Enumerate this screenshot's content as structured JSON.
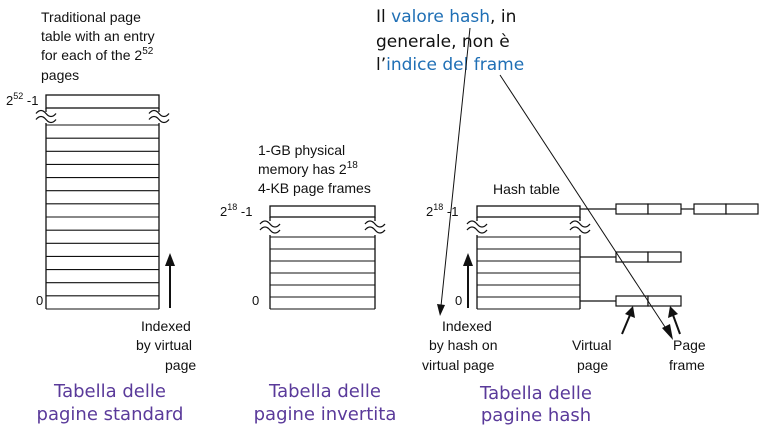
{
  "colors": {
    "caption": "#5a3a9a",
    "highlight": "#1f6fb5",
    "ink": "#111111"
  },
  "annotation": {
    "prefix1": "Il ",
    "highlight1": "valore hash",
    "suffix1": ", in",
    "line2": "generale, non è",
    "prefix3": "l’",
    "highlight3": "indice del frame"
  },
  "panel_standard": {
    "desc_line1": "Traditional page",
    "desc_line2": "table with an entry",
    "desc_line3": "for each of the 2",
    "desc_line3_sup": "52",
    "desc_line4": "pages",
    "top_label_base": "2",
    "top_label_sup": "52",
    "top_label_suffix": " -1",
    "bottom_label": "0",
    "indexed_line1": "Indexed",
    "indexed_line2": "by virtual",
    "indexed_line3": "page",
    "caption_line1": "Tabella delle",
    "caption_line2": "pagine standard"
  },
  "panel_inverted": {
    "desc_line1": "1-GB physical",
    "desc_line2": "memory has 2",
    "desc_line2_sup": "18",
    "desc_line3": "4-KB page frames",
    "top_label_base": "2",
    "top_label_sup": "18",
    "top_label_suffix": " -1",
    "bottom_label": "0",
    "caption_line1": "Tabella delle",
    "caption_line2": "pagine invertita"
  },
  "panel_hash": {
    "table_title": "Hash table",
    "top_label_base": "2",
    "top_label_sup": "18",
    "top_label_suffix": " -1",
    "bottom_label": "0",
    "indexed_line1": "Indexed",
    "indexed_line2": "by hash on",
    "indexed_line3": "virtual page",
    "virtual_line1": "Virtual",
    "virtual_line2": "page",
    "frame_line1": "Page",
    "frame_line2": "frame",
    "caption_line1": "Tabella delle",
    "caption_line2": "pagine hash"
  }
}
